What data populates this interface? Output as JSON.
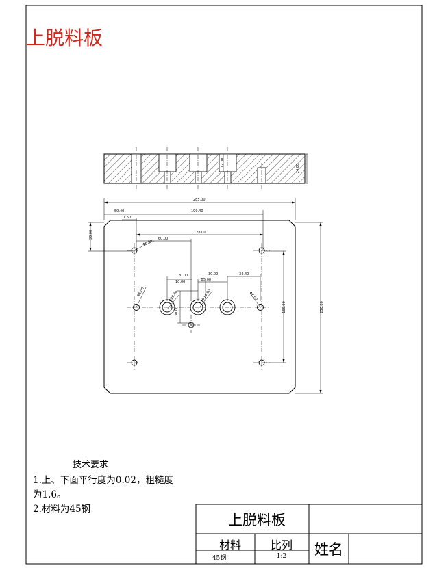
{
  "drawing": {
    "title": "上脱料板",
    "technical_requirements": {
      "heading": "技术要求",
      "lines": [
        "1.上、下面平行度为0.02，粗糙度",
        "为1.6。",
        "2.材料为45钢"
      ]
    },
    "title_block": {
      "part_name": "上脱料板",
      "material_label": "材料",
      "scale_label": "比列",
      "material_value": "45钢",
      "scale_value": "1:2",
      "name_label": "姓名"
    },
    "dimensions": {
      "overall_width": "285.00",
      "overall_height": "250.00",
      "top_offset": "50.40",
      "hole_span": "190.40",
      "small_offset": "1.60",
      "center_left": "128.00",
      "left_pos": "60.00",
      "vert_offset": "30.00",
      "spacing_a": "20.00",
      "spacing_b": "30.00",
      "spacing_c": "34.40",
      "hole_diam_a": "Φ20.40",
      "hole_diam_b": "Φ14.00",
      "small_hole": "Φ6.00",
      "tiny_hole": "Φ5.00",
      "depth": "10.00",
      "row_height": "160.00",
      "thickness": "24.00",
      "section_depth": "12.00"
    }
  },
  "colors": {
    "title_red": "#d6261c",
    "line": "#000000"
  }
}
